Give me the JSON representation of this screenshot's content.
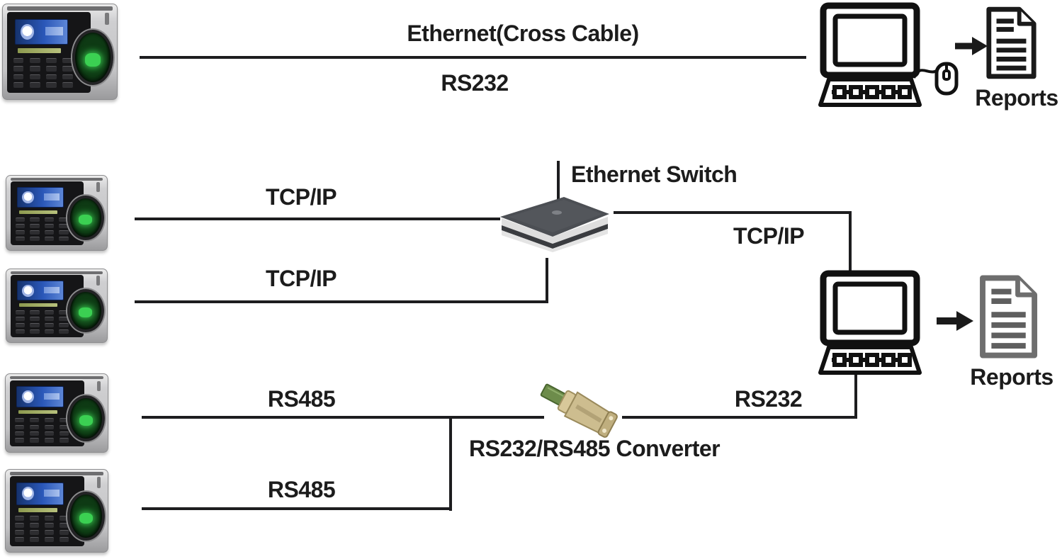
{
  "connections": {
    "ethernet_cross": {
      "label_above": "Ethernet(Cross Cable)",
      "label_below": "RS232"
    },
    "tcpip_top": {
      "label": "TCP/IP"
    },
    "tcpip_bottom": {
      "label": "TCP/IP"
    },
    "tcpip_right": {
      "label": "TCP/IP"
    },
    "rs485_top": {
      "label": "RS485"
    },
    "rs485_bottom": {
      "label": "RS485"
    },
    "rs232_right": {
      "label": "RS232"
    }
  },
  "nodes": {
    "ethernet_switch": {
      "label": "Ethernet Switch"
    },
    "converter": {
      "label": "RS232/RS485 Converter"
    },
    "reports_top": {
      "label": "Reports"
    },
    "reports_middle": {
      "label": "Reports"
    },
    "terminals": [
      {
        "name": "fingerprint-terminal-1"
      },
      {
        "name": "fingerprint-terminal-2"
      },
      {
        "name": "fingerprint-terminal-3"
      },
      {
        "name": "fingerprint-terminal-4"
      },
      {
        "name": "fingerprint-terminal-5"
      }
    ]
  },
  "colors": {
    "line": "#1d1d1f",
    "text": "#1c1c1c",
    "reports_top_icon": "#1a1a1a",
    "reports_middle_icon": "#6e6e6e",
    "sensor_green": "#3bd052",
    "screen_blue": "#2a57b8",
    "switch_body": "#4c4f54"
  }
}
